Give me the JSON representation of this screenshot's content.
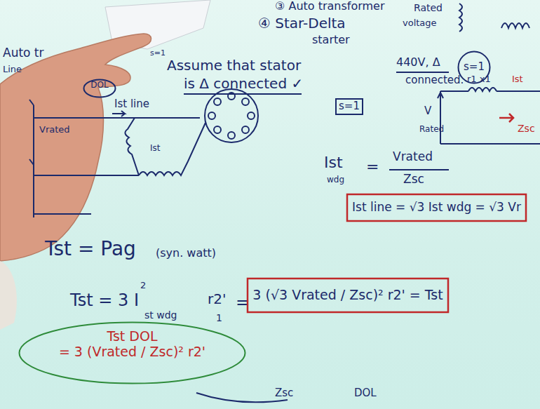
{
  "diagram": {
    "nodes": [
      {
        "text": [
          "s=1"
        ]
      },
      {
        "text": [
          "DOL"
        ]
      },
      {
        "text": [
          "s=1"
        ]
      },
      {
        "text": [
          "Ist line = √3 Ist wdg = √3 Vr"
        ]
      },
      {
        "text": [
          "3 (√3 Vrated / Zsc)² r2' = Tst"
        ]
      },
      {
        "text": [
          "Tst DOL",
          "= 3 (Vrated / Zsc)² r2'"
        ]
      }
    ],
    "labels": [
      "③ Auto transformer",
      "Rated",
      "④ Star-Delta",
      "voltage",
      "s=1",
      "starter",
      "Auto tr",
      "Line",
      "Assume that stator",
      "440V, Δ",
      "connected.",
      "is Δ connected ✓",
      "r1 x1",
      "Ist",
      "Ist line",
      "Vrated",
      "V",
      "Zsc",
      "Rated",
      "Ist",
      "Ist",
      "=",
      "Vrated",
      "wdg",
      "Zsc",
      "Tst = Pag",
      "(syn. watt)",
      "2",
      "Tst =",
      "3 I",
      "st wdg",
      "r2'",
      "1",
      "=",
      "Zsc",
      "DOL"
    ]
  }
}
